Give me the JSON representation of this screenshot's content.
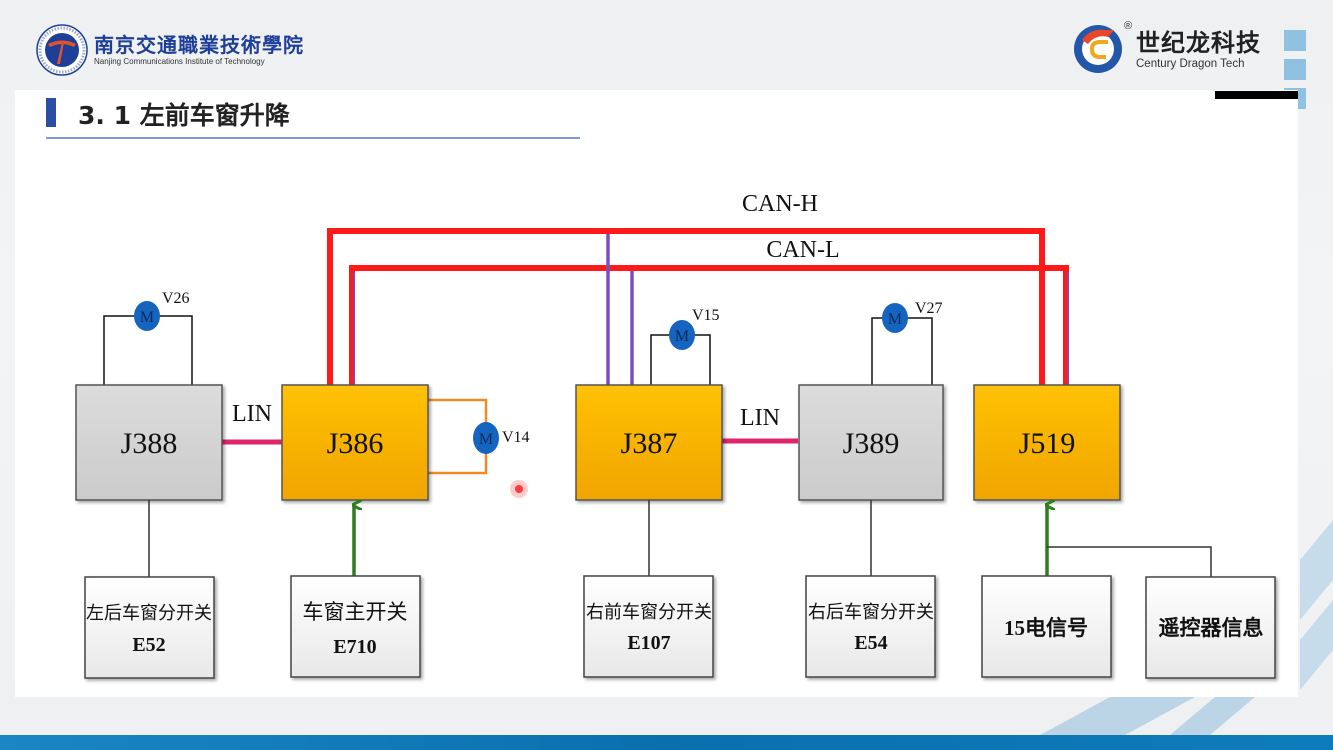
{
  "header": {
    "left_logo": {
      "icon": "nanjing-communications-emblem-icon",
      "name_cn": "南京交通職業技術學院",
      "name_en": "Nanjing Communications Institute of Technology"
    },
    "right_logo": {
      "icon": "century-dragon-logo-icon",
      "registered_mark": "®",
      "name_cn": "世纪龙科技",
      "name_en": "Century Dragon Tech"
    }
  },
  "slide": {
    "section_title": "3. 1 左前车窗升降"
  },
  "diagram": {
    "bus_labels": {
      "can_h": "CAN-H",
      "can_l": "CAN-L",
      "lin_left": "LIN",
      "lin_right": "LIN"
    },
    "colors": {
      "can_line": "#ff1a1a",
      "can_tap": "#7b4fc0",
      "lin_line": "#e0246a",
      "signal_arrow": "#2e7d1f",
      "motor_fill": "#1565c0",
      "module_orange": "#f8b500",
      "module_gray": "#d6d6d6",
      "v14_wire": "#f08a24"
    },
    "modules": [
      {
        "id": "J388",
        "label": "J388",
        "style": "gray"
      },
      {
        "id": "J386",
        "label": "J386",
        "style": "orange"
      },
      {
        "id": "J387",
        "label": "J387",
        "style": "orange"
      },
      {
        "id": "J389",
        "label": "J389",
        "style": "gray"
      },
      {
        "id": "J519",
        "label": "J519",
        "style": "orange"
      }
    ],
    "motors": [
      {
        "symbol": "M",
        "label": "V26",
        "module": "J388"
      },
      {
        "symbol": "M",
        "label": "V14",
        "module": "J386"
      },
      {
        "symbol": "M",
        "label": "V15",
        "module": "J387"
      },
      {
        "symbol": "M",
        "label": "V27",
        "module": "J389"
      }
    ],
    "switches": [
      {
        "line1": "左后车窗分开关",
        "line2": "E52",
        "module": "J388"
      },
      {
        "line1": "车窗主开关",
        "line2": "E710",
        "module": "J386"
      },
      {
        "line1": "右前车窗分开关",
        "line2": "E107",
        "module": "J387"
      },
      {
        "line1": "右后车窗分开关",
        "line2": "E54",
        "module": "J389"
      },
      {
        "line1": "15电信号",
        "line2": "",
        "module": "J519"
      },
      {
        "line1": "遥控器信息",
        "line2": "",
        "module": "J519"
      }
    ]
  }
}
